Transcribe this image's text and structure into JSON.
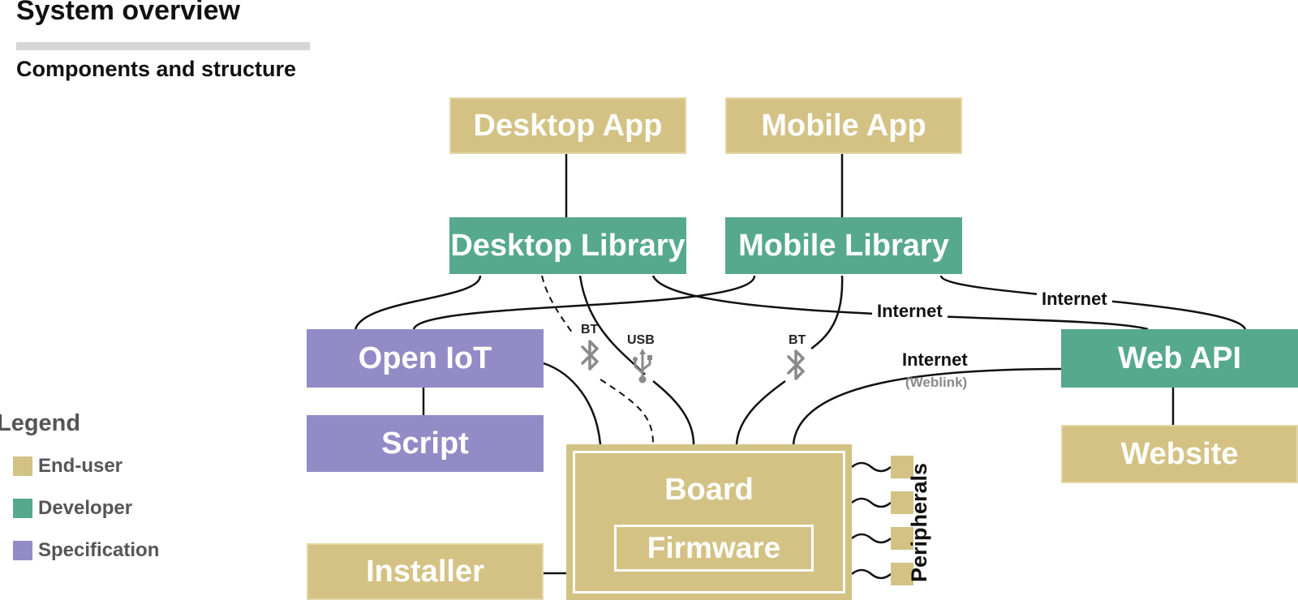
{
  "header": {
    "title": "System overview",
    "subtitle": "Components and structure"
  },
  "colors": {
    "end_user": "#d3c284",
    "developer": "#56a98c",
    "specification": "#938bc6",
    "line": "#111111",
    "icon": "#8a8a8a"
  },
  "nodes": {
    "desktop_app": "Desktop App",
    "mobile_app": "Mobile App",
    "desktop_library": "Desktop Library",
    "mobile_library": "Mobile Library",
    "open_iot": "Open IoT",
    "script": "Script",
    "web_api": "Web API",
    "website": "Website",
    "installer": "Installer",
    "board": "Board",
    "firmware": "Firmware",
    "peripherals": "Peripherals"
  },
  "connections": {
    "internet_1": "Internet",
    "internet_2": "Internet",
    "internet_3": "Internet",
    "weblink": "(Weblink)",
    "bt_left": "BT",
    "bt_right": "BT",
    "usb": "USB"
  },
  "icons": {
    "bluetooth": "bluetooth-icon",
    "usb": "usb-icon"
  },
  "legend": {
    "title": "Legend",
    "items": [
      {
        "label": "End-user",
        "color": "#d3c284"
      },
      {
        "label": "Developer",
        "color": "#56a98c"
      },
      {
        "label": "Specification",
        "color": "#938bc6"
      }
    ]
  }
}
